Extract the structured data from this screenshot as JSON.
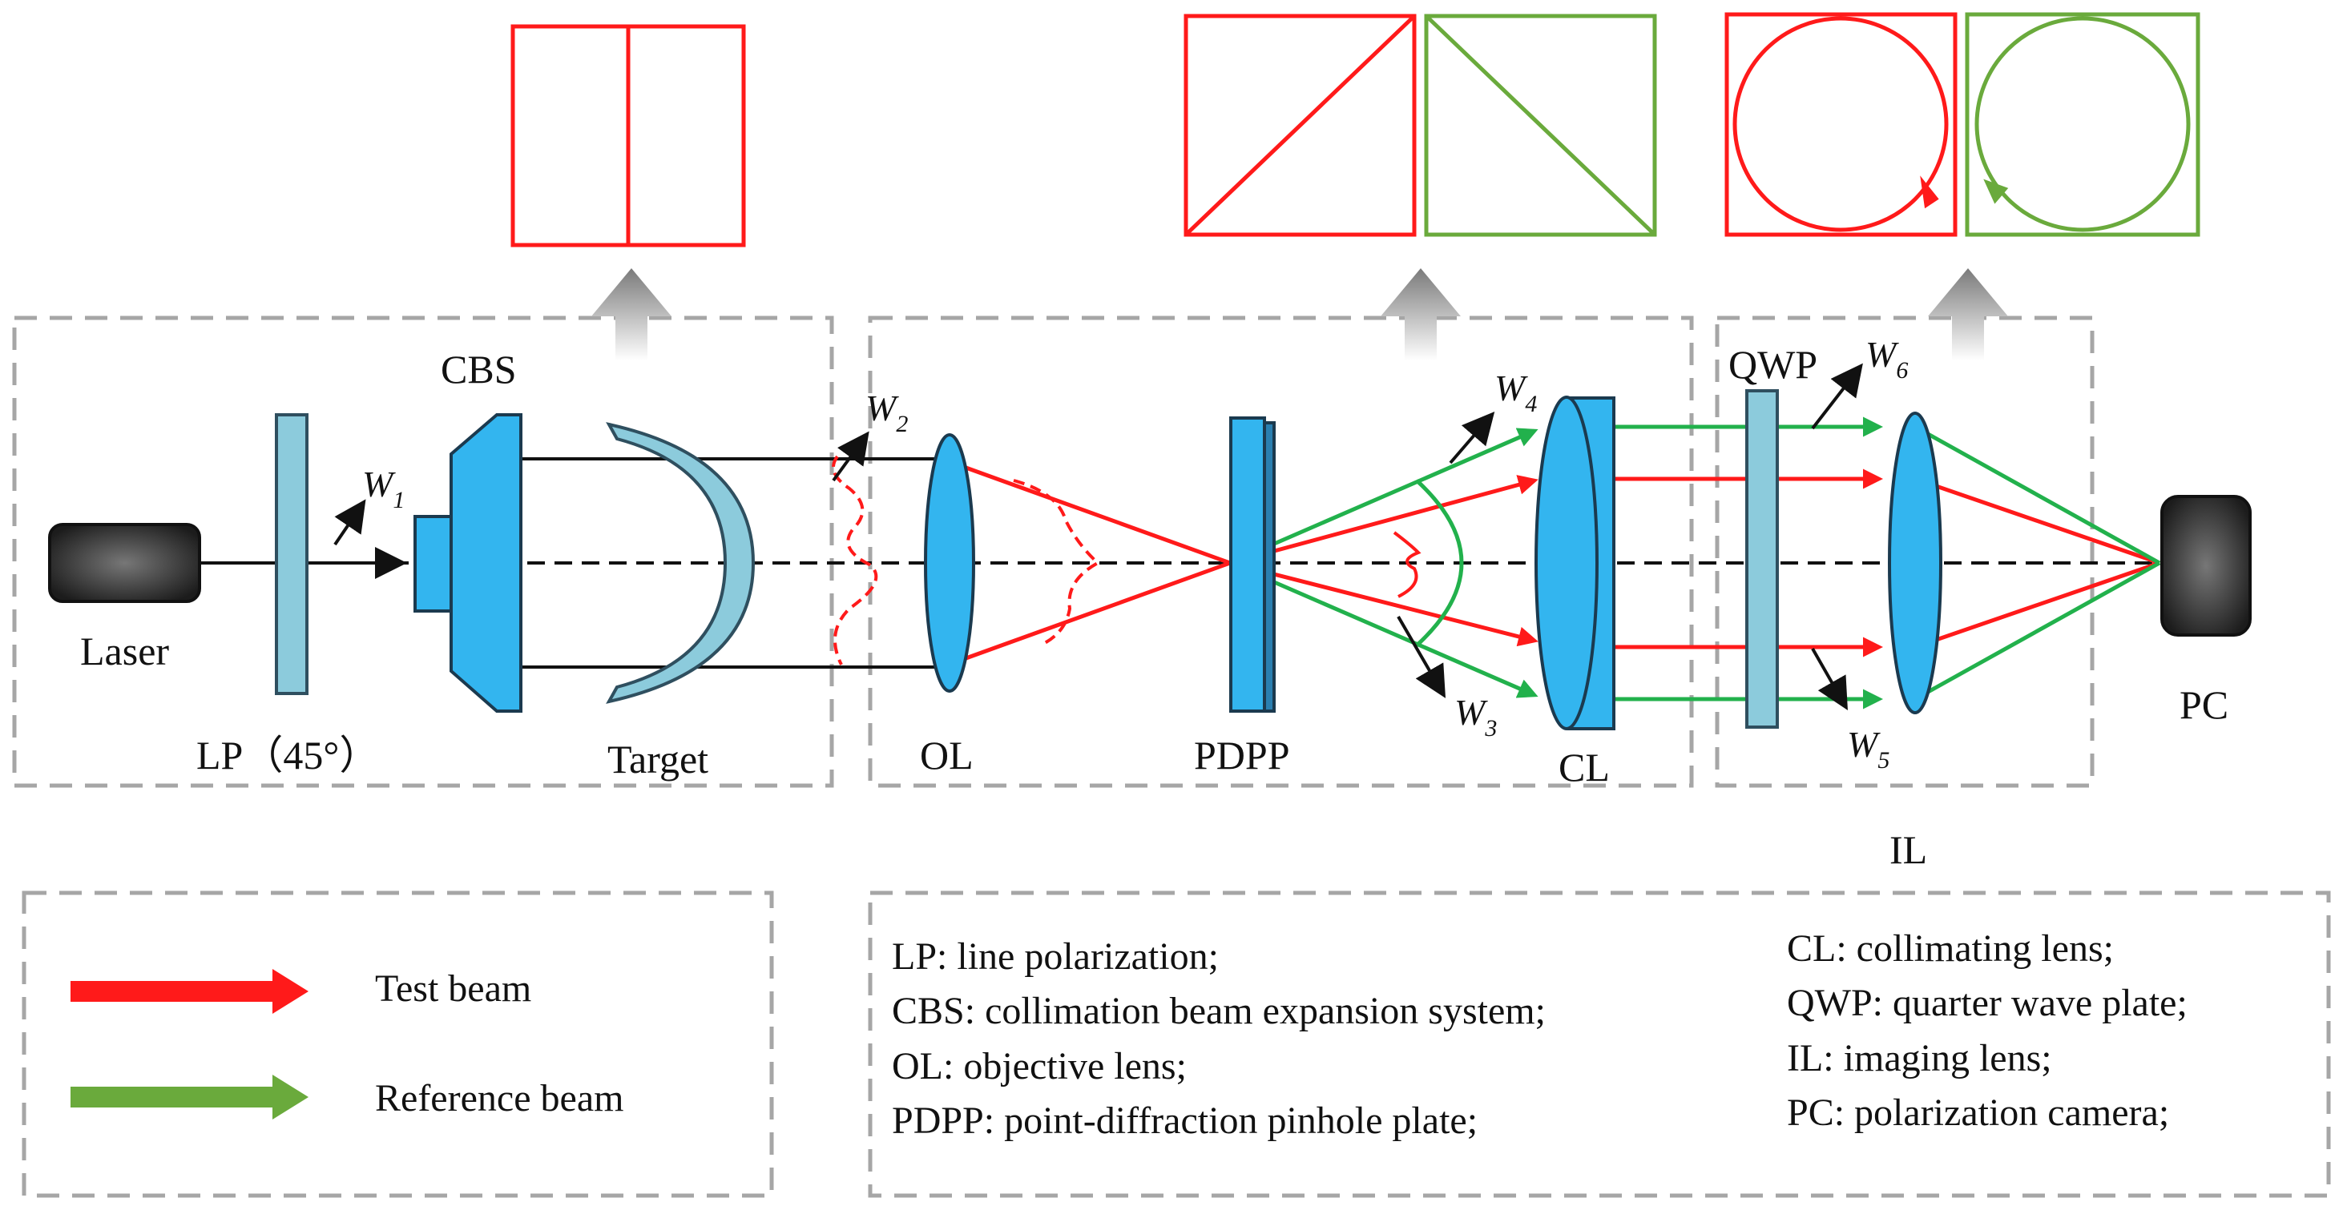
{
  "components": {
    "laser": "Laser",
    "lp": "LP（45°）",
    "cbs": "CBS",
    "target": "Target",
    "ol": "OL",
    "pdpp": "PDPP",
    "cl": "CL",
    "qwp": "QWP",
    "il": "IL",
    "pc": "PC"
  },
  "wavefronts": [
    {
      "letter": "W",
      "sub": "1"
    },
    {
      "letter": "W",
      "sub": "2"
    },
    {
      "letter": "W",
      "sub": "3"
    },
    {
      "letter": "W",
      "sub": "4"
    },
    {
      "letter": "W",
      "sub": "5"
    },
    {
      "letter": "W",
      "sub": "6"
    }
  ],
  "legend": {
    "test_beam": "Test beam",
    "reference_beam": "Reference beam"
  },
  "abbreviations": [
    "LP: line polarization;",
    "CBS: collimation beam expansion system;",
    "OL: objective lens;",
    "PDPP: point-diffraction pinhole plate;",
    "CL: collimating lens;",
    "QWP: quarter wave plate;",
    "IL: imaging lens;",
    "PC: polarization camera;"
  ],
  "colors": {
    "test_beam": "#ff1a1a",
    "reference_beam": "#22b14c",
    "optic_blue": "#33b5ef",
    "plate_blue": "#8ccbdc",
    "dashed_gray": "#a6a6a6",
    "panel_green": "#6aaa3c"
  }
}
